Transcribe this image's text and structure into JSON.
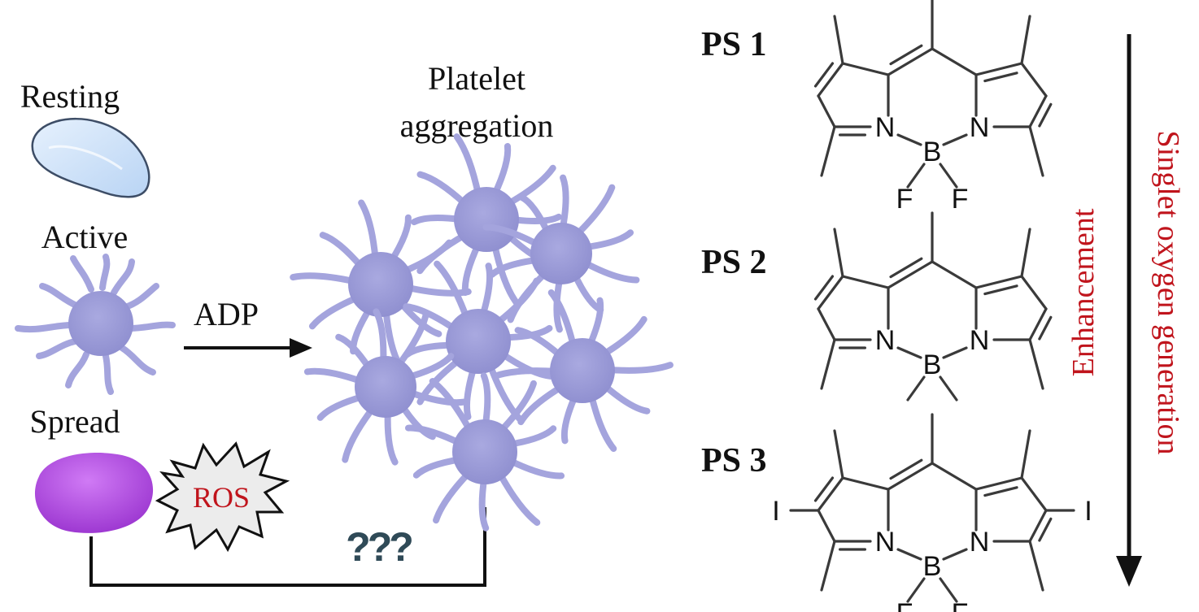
{
  "labels": {
    "resting": "Resting",
    "active": "Active",
    "spread": "Spread",
    "aggregation_line1": "Platelet",
    "aggregation_line2": "aggregation",
    "adp": "ADP",
    "ros": "ROS",
    "question": "???"
  },
  "compounds": [
    {
      "name": "PS 1",
      "substituent": "F",
      "halogen": ""
    },
    {
      "name": "PS 2",
      "substituent": "",
      "halogen": ""
    },
    {
      "name": "PS 3",
      "substituent": "F",
      "halogen": "I"
    }
  ],
  "atoms": {
    "nitrogen": "N",
    "boron": "B"
  },
  "trend": {
    "line1": "Singlet oxygen generation",
    "line2": "Enhancement"
  },
  "colors": {
    "resting_fill": "#cfe3fa",
    "active_cell": "#9b9bd6",
    "active_tentacle": "#a8a8e0",
    "spread_fill": "#b04fe0",
    "ros_text": "#c0141c",
    "trend_text": "#c0141c",
    "question": "#2f4a57"
  }
}
